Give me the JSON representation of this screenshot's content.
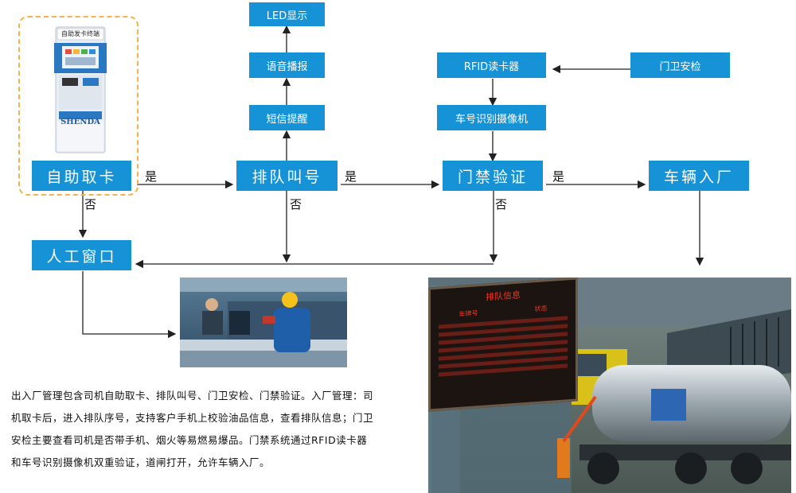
{
  "nodes": {
    "led": "LED显示",
    "voice": "语音播报",
    "sms": "短信提醒",
    "rfid": "RFID读卡器",
    "guard": "门卫安检",
    "plate_camera": "车号识别摄像机",
    "self_card": "自助取卡",
    "queue": "排队叫号",
    "gate_verify": "门禁验证",
    "vehicle_enter": "车辆入厂",
    "manual_window": "人工窗口"
  },
  "edges": {
    "yes1": "是",
    "yes2": "是",
    "yes3": "是",
    "no1": "否",
    "no2": "否",
    "no3": "否"
  },
  "kiosk": {
    "header": "自助发卡终端",
    "brand": "SHENDA"
  },
  "board": {
    "title": "排队信息",
    "col1": "车牌号",
    "col2": "状态"
  },
  "description": "出入厂管理包含司机自助取卡、排队叫号、门卫安检、门禁验证。入厂管理：司机取卡后，进入排队序号，支持客户手机上校验油品信息，查看排队信息；门卫安检主要查看司机是否带手机、烟火等易燃易爆品。门禁系统通过RFID读卡器和车号识别摄像机双重验证，道闸打开，允许车辆入厂。",
  "colors": {
    "box": "#1593d6",
    "kiosk_border": "#f3b24a",
    "arrow": "#222222"
  }
}
